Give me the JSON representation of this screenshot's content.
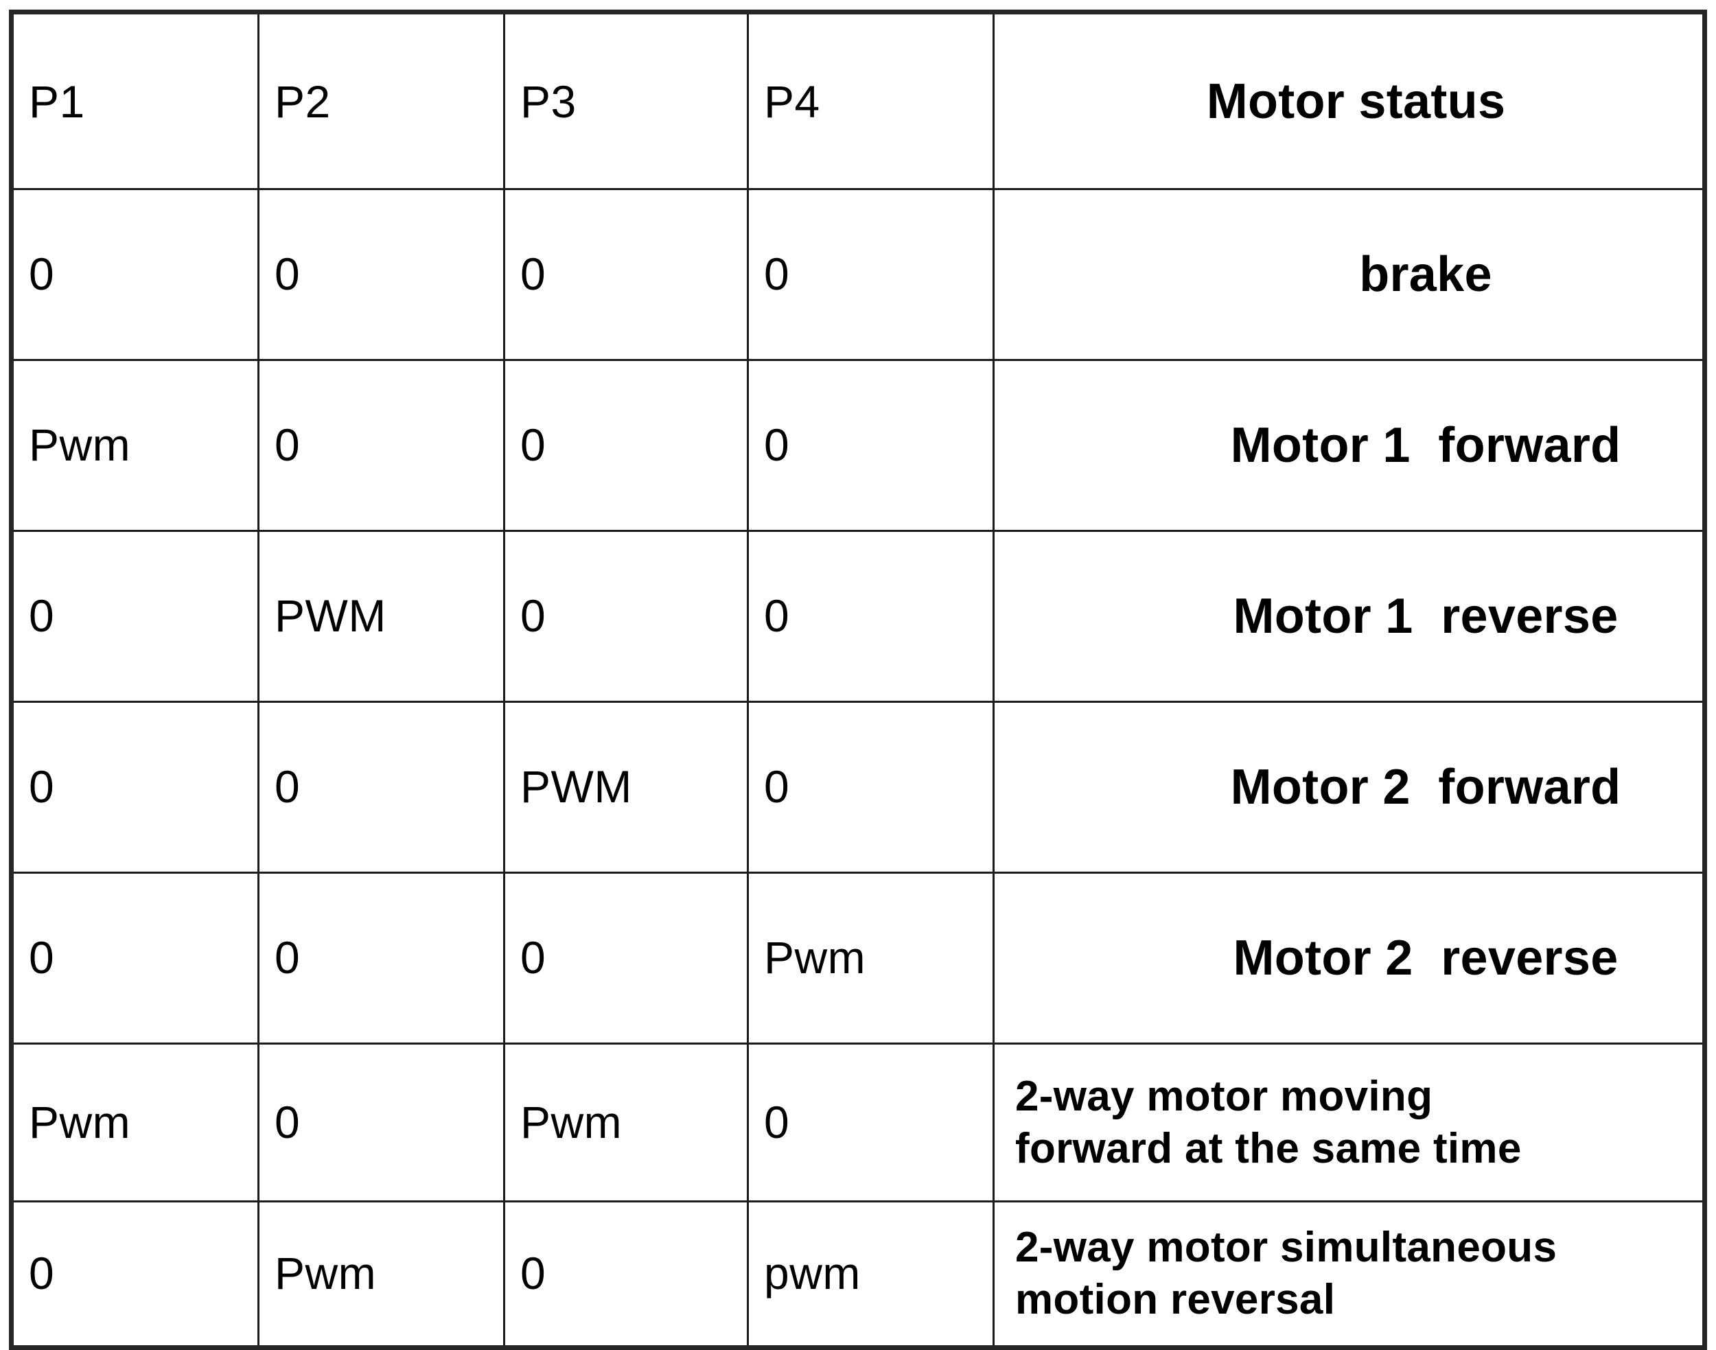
{
  "artifact": {
    "clipped_text": "..."
  },
  "table": {
    "columns": [
      "P1",
      "P2",
      "P3",
      "P4",
      "Motor status"
    ],
    "rows": [
      {
        "p1": "0",
        "p2": "0",
        "p3": "0",
        "p4": "0",
        "status_lines": [
          "brake"
        ]
      },
      {
        "p1": "Pwm",
        "p2": "0",
        "p3": "0",
        "p4": "0",
        "status_lines": [
          "Motor 1  forward"
        ]
      },
      {
        "p1": "0",
        "p2": "PWM",
        "p3": "0",
        "p4": "0",
        "status_lines": [
          "Motor 1  reverse"
        ]
      },
      {
        "p1": "0",
        "p2": "0",
        "p3": "PWM",
        "p4": "0",
        "status_lines": [
          "Motor 2  forward"
        ]
      },
      {
        "p1": "0",
        "p2": "0",
        "p3": "0",
        "p4": "Pwm",
        "status_lines": [
          "Motor 2  reverse"
        ]
      },
      {
        "p1": "Pwm",
        "p2": "0",
        "p3": "Pwm",
        "p4": "0",
        "status_lines": [
          "2-way motor moving",
          "forward at the same time"
        ]
      },
      {
        "p1": "0",
        "p2": "Pwm",
        "p3": "0",
        "p4": "pwm",
        "status_lines": [
          "2-way motor simultaneous",
          "motion reversal"
        ]
      }
    ]
  },
  "colors": {
    "border": "#1c1c1c",
    "outer_border": "#262626",
    "text": "#000000",
    "background": "#ffffff"
  }
}
